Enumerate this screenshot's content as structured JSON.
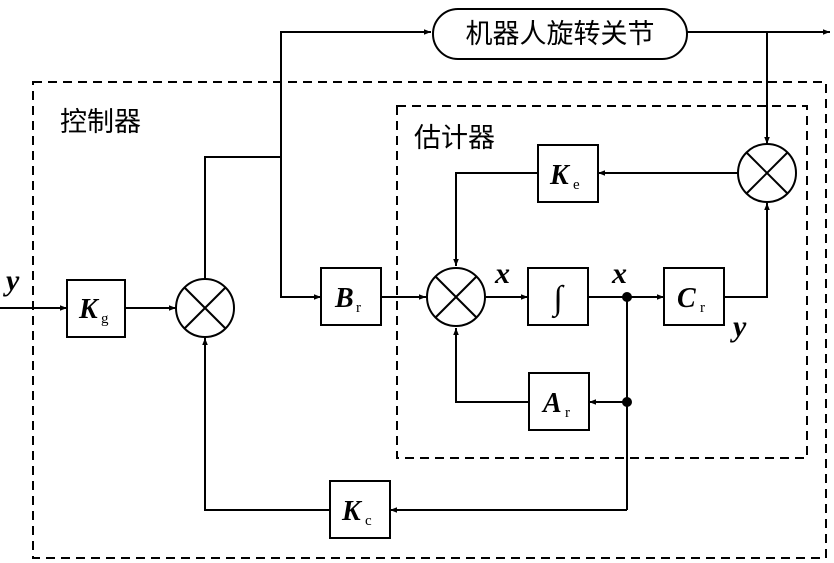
{
  "plant": {
    "label": "机器人旋转关节"
  },
  "controller": {
    "label": "控制器"
  },
  "estimator": {
    "label": "估计器"
  },
  "signals": {
    "input_y": "y",
    "state_x_dot": "x",
    "state_x": "x",
    "output_y": "y"
  },
  "blocks": {
    "kg": {
      "main": "K",
      "sub": "g"
    },
    "br": {
      "main": "B",
      "sub": "r"
    },
    "cr": {
      "main": "C",
      "sub": "r"
    },
    "ar": {
      "main": "A",
      "sub": "r"
    },
    "ke": {
      "main": "K",
      "sub": "e"
    },
    "kc": {
      "main": "K",
      "sub": "c"
    },
    "integrator": {
      "symbol": "∫"
    }
  }
}
